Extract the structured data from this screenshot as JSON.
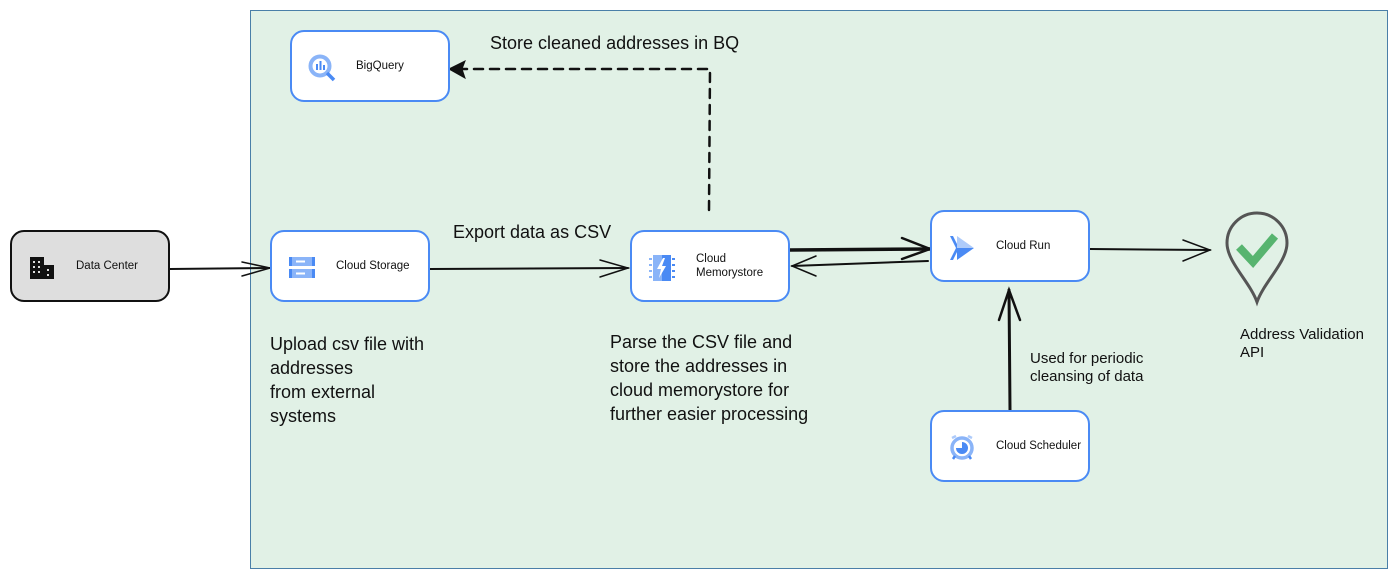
{
  "nodes": {
    "data_center": {
      "label": "Data Center",
      "icon": "building-icon"
    },
    "cloud_storage": {
      "label": "Cloud Storage",
      "icon": "cloud-storage-icon"
    },
    "bigquery": {
      "label": "BigQuery",
      "icon": "bigquery-icon"
    },
    "memorystore": {
      "label_line1": "Cloud",
      "label_line2": "Memorystore",
      "icon": "memorystore-icon"
    },
    "cloud_run": {
      "label": "Cloud Run",
      "icon": "cloud-run-icon"
    },
    "cloud_scheduler": {
      "label": "Cloud Scheduler",
      "icon": "cloud-scheduler-icon"
    },
    "address_validation": {
      "label_line1": "Address Validation",
      "label_line2": "API",
      "icon": "map-pin-check-icon"
    }
  },
  "annotations": {
    "store_bq": "Store cleaned addresses in BQ",
    "export_csv": "Export data as CSV",
    "upload": [
      "Upload csv file with",
      "addresses",
      "from external",
      "systems"
    ],
    "parse": [
      "Parse the CSV file and",
      "store the addresses in",
      "cloud  memorystore for",
      "further easier processing"
    ],
    "periodic": [
      "Used for periodic",
      "cleansing of data"
    ]
  },
  "colors": {
    "region_fill": "#e1f1e6",
    "node_border": "#4a8af4",
    "icon_blue": "#4a8af4",
    "check_green": "#57b46f"
  }
}
